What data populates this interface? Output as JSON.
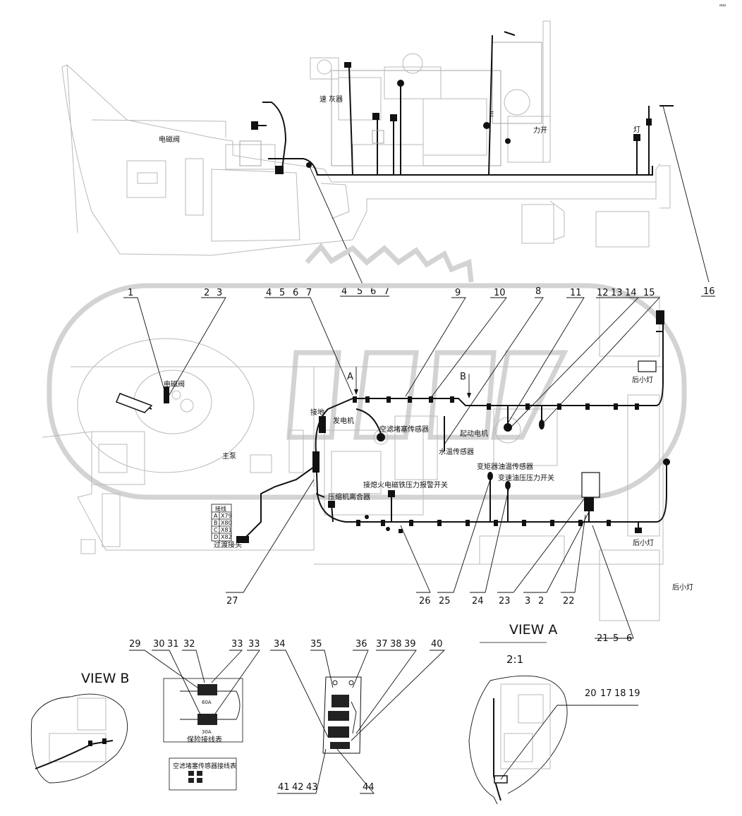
{
  "corner_mark": "ooo",
  "top_view": {
    "labels": [
      "电磁阀",
      "速 灰器",
      "E",
      "力开",
      "灯"
    ],
    "callouts": [
      "4",
      "5",
      "6",
      "7",
      "16"
    ]
  },
  "main_view": {
    "view_markers": [
      "A",
      "B"
    ],
    "callouts_top": [
      "1",
      "2",
      "3",
      "4",
      "5",
      "6",
      "7",
      "9",
      "10",
      "8",
      "11",
      "12",
      "13",
      "14",
      "15"
    ],
    "callouts_bottom": [
      "27",
      "26",
      "25",
      "24",
      "23",
      "3",
      "2",
      "22",
      "21",
      "5",
      "6"
    ],
    "component_labels": {
      "brake_valve": "电磁阀",
      "ground": "接地",
      "alternator": "发电机",
      "main_relay": "主泵",
      "air_filter_sensor": "空滤堵塞传感器",
      "starter": "起动电机",
      "water_temp_sensor": "水温传感器",
      "converter_oil_temp": "变矩器油温传感器",
      "shift_pressure_switch": "变速油压压力开关",
      "flameout_switch": "接熄火电磁铁压力报警开关",
      "compressor_clutch": "压缩机离合器",
      "rear_lamp_1": "后小灯",
      "rear_lamp_2": "后小灯",
      "rear_lamp_3": "后小灯",
      "transition_plug": "过渡接头"
    },
    "connector_table": {
      "header": "接线",
      "rows": [
        [
          "A",
          "X79"
        ],
        [
          "B",
          "X80"
        ],
        [
          "C",
          "X81"
        ],
        [
          "D",
          "X82"
        ]
      ]
    }
  },
  "view_a": {
    "title": "VIEW A",
    "scale": "2:1",
    "callouts": [
      "20",
      "17",
      "18",
      "19"
    ]
  },
  "view_b": {
    "title": "VIEW B"
  },
  "fuse_detail": {
    "callouts": [
      "29",
      "30",
      "31",
      "32",
      "33",
      "33"
    ],
    "fuse_ratings": [
      "60A",
      "30A"
    ],
    "caption": "保险接线表"
  },
  "sensor_table": {
    "caption": "空滤堵塞传感器接线表"
  },
  "relay_detail": {
    "callouts": [
      "34",
      "35",
      "36",
      "37",
      "38",
      "39",
      "40",
      "41",
      "42",
      "43",
      "44"
    ]
  }
}
